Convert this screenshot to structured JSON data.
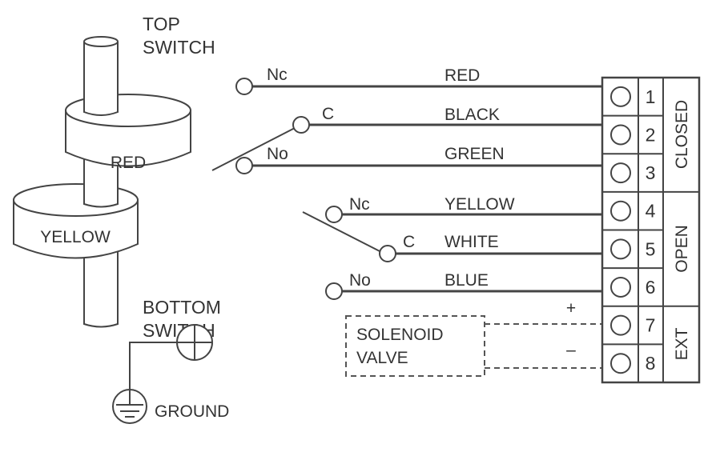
{
  "switches": {
    "top_label": [
      "TOP",
      "SWITCH"
    ],
    "bottom_label": [
      "BOTTOM",
      "SWITCH"
    ],
    "top_disc": "RED",
    "bottom_disc": "YELLOW"
  },
  "ground": {
    "label": "GROUND"
  },
  "contacts": {
    "top": {
      "nc": "Nc",
      "c": "C",
      "no": "No"
    },
    "bottom": {
      "nc": "Nc",
      "c": "C",
      "no": "No"
    }
  },
  "wires": [
    "RED",
    "BLACK",
    "GREEN",
    "YELLOW",
    "WHITE",
    "BLUE"
  ],
  "solenoid": {
    "line1": "SOLENOID",
    "line2": "VALVE",
    "plus": "+",
    "minus": "–"
  },
  "terminal_block": {
    "numbers": [
      "1",
      "2",
      "3",
      "4",
      "5",
      "6",
      "7",
      "8"
    ],
    "groups": [
      "CLOSED",
      "OPEN",
      "EXT"
    ]
  }
}
